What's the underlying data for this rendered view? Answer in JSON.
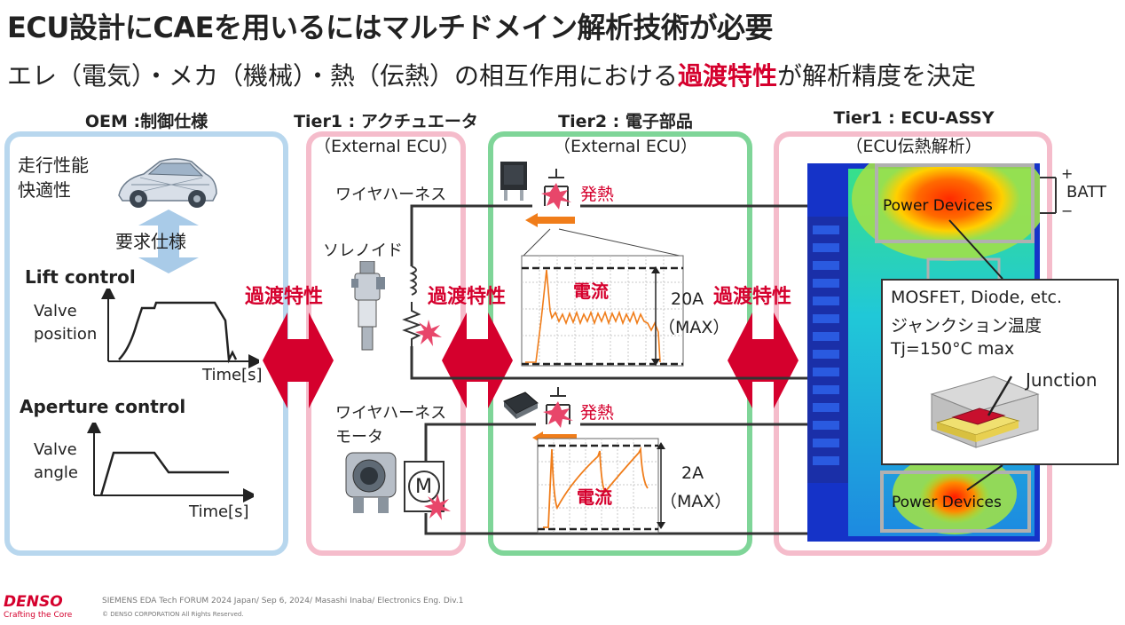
{
  "title": "ECU設計にCAEを用いるにはマルチドメイン解析技術が必要",
  "subtitle": {
    "prefix": "エレ（電気）・メカ（機械）・熱（伝熱）の相互作用における",
    "highlight": "過渡特性",
    "suffix": "が解析精度を決定"
  },
  "columns": {
    "oem": {
      "heading": "OEM :制御仕様",
      "border": "#b8d7ee"
    },
    "tier1_act": {
      "heading": "Tier1 : アクチュエータ",
      "sub": "（External ECU）",
      "border": "#f5bccb"
    },
    "tier2": {
      "heading": "Tier2 : 電子部品",
      "sub": "（External ECU）",
      "border": "#7fd598"
    },
    "tier1_ecu": {
      "heading": "Tier1 : ECU-ASSY",
      "sub": "（ECU伝熱解析）",
      "border": "#f5bccb"
    }
  },
  "oem": {
    "performance": "走行性能",
    "comfort": "快適性",
    "requirement": "要求仕様",
    "lift_title": "Lift control",
    "lift_ylabel_1": "Valve",
    "lift_ylabel_2": "position",
    "lift_xlabel": "Time[s]",
    "aperture_title": "Aperture control",
    "aperture_ylabel_1": "Valve",
    "aperture_ylabel_2": "angle",
    "aperture_xlabel": "Time[s]"
  },
  "actuator": {
    "harness_1": "ワイヤハーネス",
    "solenoid": "ソレノイド",
    "harness_2": "ワイヤハーネス",
    "motor_label": "モータ",
    "motor_symbol": "M"
  },
  "transient_label": "過渡特性",
  "parts": {
    "heat_1": "発熱",
    "heat_2": "発熱",
    "current_1": "電流",
    "current_2": "電流",
    "max_1_value": "20A",
    "max_1_unit": "（MAX）",
    "max_2_value": "2A",
    "max_2_unit": "（MAX）"
  },
  "ecu": {
    "batt_plus": "+",
    "batt": "BATT",
    "batt_minus": "−",
    "power_devices_1": "Power Devices",
    "power_devices_2": "Power Devices",
    "callout_line_1": "MOSFET, Diode, etc.",
    "callout_line_2": "ジャンクション温度",
    "callout_line_3": "Tj=150°C max",
    "junction": "Junction"
  },
  "footer": {
    "logo": "DENSO",
    "tagline": "Crafting the Core",
    "event": "SIEMENS EDA Tech FORUM 2024 Japan/ Sep 6, 2024/ Masashi Inaba/ Electronics Eng. Div.1",
    "copyright": "© DENSO CORPORATION All Rights Reserved."
  },
  "colors": {
    "accent_red": "#d5002d",
    "orange": "#f07d1a",
    "arrow_blue": "#a9cbe8"
  }
}
